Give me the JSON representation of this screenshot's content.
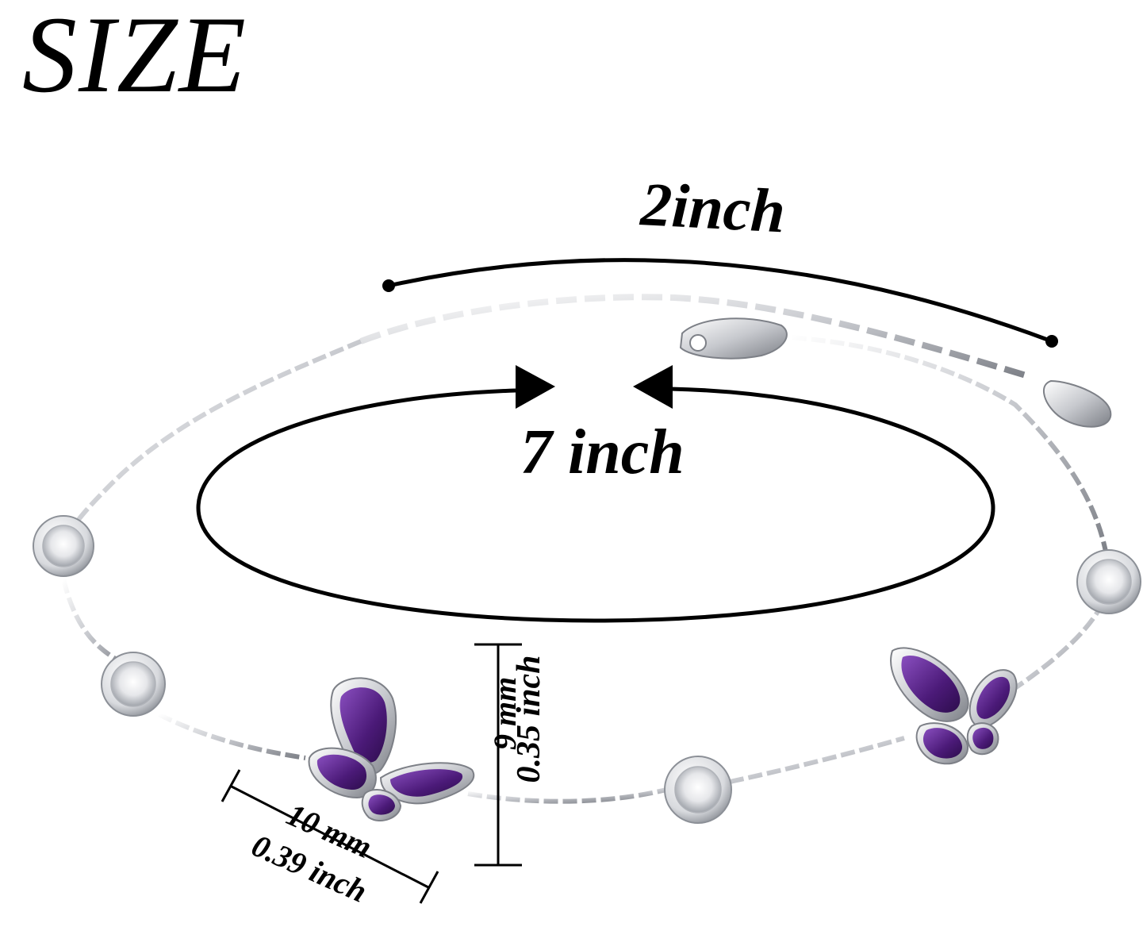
{
  "title": "SIZE",
  "labels": {
    "extender_length": "2inch",
    "chain_length": "7 inch",
    "charm_height_mm": "9 mm",
    "charm_height_inch": "0.35 inch",
    "charm_width_mm": "10 mm",
    "charm_width_inch": "0.39 inch"
  },
  "colors": {
    "ink": "#000000",
    "silver": "#b9bcc2",
    "silver_dark": "#7d8087",
    "enamel_purple": "#4b1a78",
    "enamel_highlight": "#8a4fc0"
  },
  "icons": {
    "arrow_left": "triangle-right-arrow",
    "arrow_right": "triangle-left-arrow"
  }
}
